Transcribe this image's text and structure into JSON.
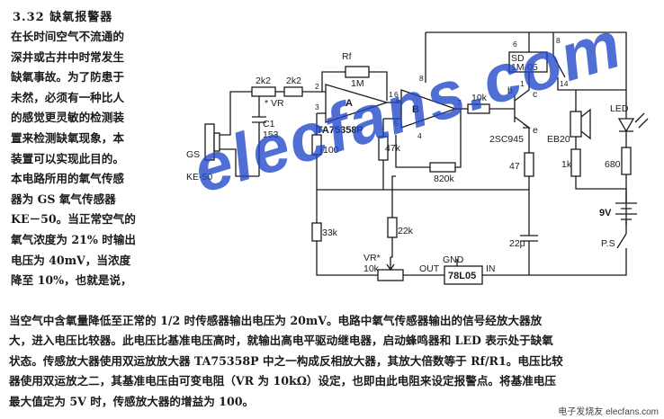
{
  "heading": "3.32  缺氧报警器",
  "intro_lines": [
    "在长时间空气不流通的",
    "深井或古井中时常发生",
    "缺氧事故。为了防患于",
    "未然，必须有一种比人",
    "的感觉更灵敏的检测装",
    "置来检测缺氧现象，本",
    "装置可以实现此目的。",
    "本电路所用的氧气传感",
    "器为 GS 氧气传感器",
    "KE－50。当正常空气的",
    "氧气浓度为 21% 时输出",
    "电压为 40mV，当浓度",
    "降至 10%，也就是说，"
  ],
  "body_lines": [
    "当空气中含氧量降低至正常的 1/2 时传感器输出电压为 20mV。电路中氧气传感器输出的信号经放大器放",
    "大，进入电压比较器。此电压比基准电压高时，就输出高电平驱动继电器，启动蜂鸣器和 LED 表示处于缺氧",
    "状态。传感放大器使用双运放放大器 TA75358P 中之一构成反相放大器，其放大倍数等于 Rf/R1。电压比较",
    "器使用双运放之二，其基准电压由可变电阻（VR 为 10kΩ）设定，也即由此电阻来设定报警点。将基准电压",
    "最大值定为 5V 时，传感放大器的增益为 100。"
  ],
  "schematic": {
    "labels": {
      "rf": "Rf",
      "rf_val": "1M",
      "r_2k2_a": "2k2",
      "r_2k2_b": "2k2",
      "vr_star": "* VR",
      "c1": "C1",
      "c1_val": "153",
      "gs": "GS",
      "ke50": "KE-50",
      "op_a": "A",
      "op_b": "B",
      "ic": "TA75358P",
      "r100": "100",
      "r47k": "47k",
      "r820k": "820k",
      "r10k": "10k",
      "b": "b",
      "c": "c",
      "e": "e",
      "q1": "2SC945",
      "r47": "47",
      "relay_1": "SD",
      "relay_2": "1M-05",
      "eb20": "EB20",
      "r1k": "1k",
      "led": "LED",
      "r680": "680",
      "v9": "9V",
      "ps": "P.S",
      "r33k": "33k",
      "r22k": "22k",
      "vr2": "VR*",
      "vr2_val": "10k",
      "gnd": "GND",
      "out": "OUT",
      "in": "IN",
      "reg": "78L05",
      "c22": "22μ",
      "pins": [
        "2",
        "3",
        "1",
        "6",
        "5",
        "7",
        "8",
        "4",
        "6",
        "8",
        "14",
        "1"
      ]
    }
  },
  "watermark": "elecfans.com",
  "watermark_small": "电子发烧友 elecfans.com"
}
